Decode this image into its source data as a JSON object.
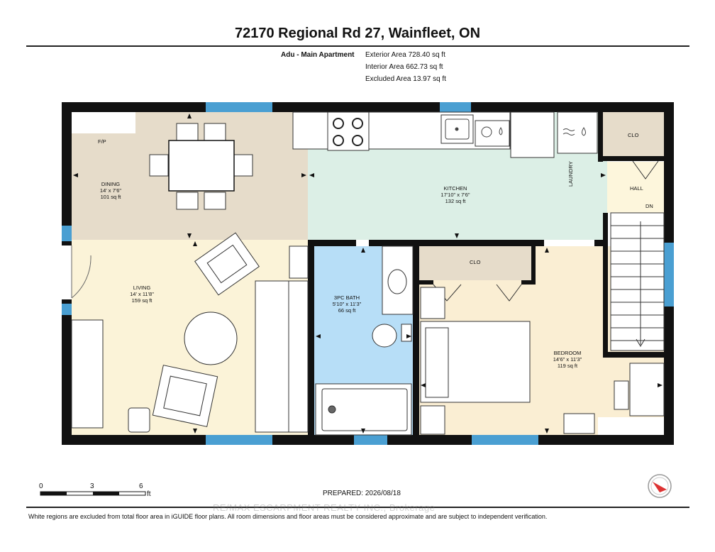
{
  "header": {
    "title": "72170 Regional Rd 27, Wainfleet, ON",
    "unit_label": "Adu - Main Apartment",
    "areas": [
      "Exterior Area 728.40 sq ft",
      "Interior Area 662.73 sq ft",
      "Excluded Area 13.97 sq ft"
    ]
  },
  "rooms": {
    "dining": {
      "name": "DINING",
      "dims": "14' x 7'6\"",
      "area": "101 sq ft"
    },
    "kitchen": {
      "name": "KITCHEN",
      "dims": "17'10\" x 7'6\"",
      "area": "132 sq ft"
    },
    "living": {
      "name": "LIVING",
      "dims": "14' x 11'8\"",
      "area": "159 sq ft"
    },
    "bath": {
      "name": "3PC BATH",
      "dims": "5'10\" x 11'3\"",
      "area": "66 sq ft"
    },
    "bedroom": {
      "name": "BEDROOM",
      "dims": "14'6\" x 11'3\"",
      "area": "119 sq ft"
    }
  },
  "labels": {
    "fp": "F/P",
    "laundry": "LAUNDRY",
    "closet_top": "CLO",
    "closet_bed": "CLO",
    "hall": "HALL",
    "down": "DN"
  },
  "scale": {
    "ticks": [
      "0",
      "3",
      "6"
    ],
    "unit": "ft"
  },
  "footer": {
    "prepared": "PREPARED: 2026/08/18",
    "disclaimer": "White regions are excluded from total floor area in iGUIDE floor plans. All room dimensions and floor areas must be considered approximate and are subject to independent verification.",
    "watermark": "RE/MAX ESCARPMENT REALTY INC., Brokerage"
  },
  "colors": {
    "dining": "#e6dcca",
    "kitchen": "#dcefe6",
    "living": "#fbf3d8",
    "bath": "#b7def7",
    "bedroom": "#faeed3",
    "hall": "#fdf6dc",
    "wall": "#111111",
    "window": "#4a9fd2"
  }
}
